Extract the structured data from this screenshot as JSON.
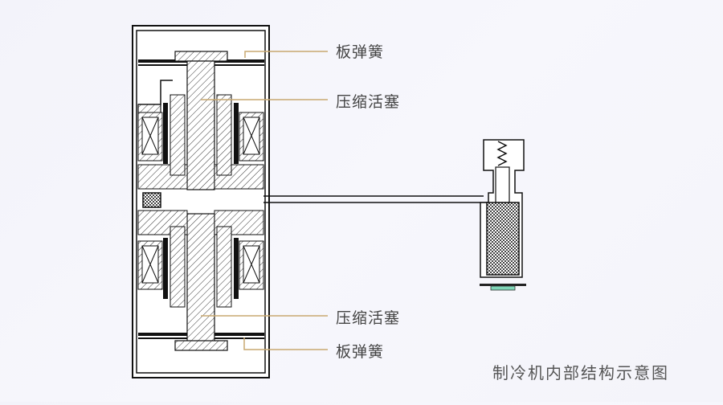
{
  "diagram": {
    "title": "制冷机内部结构示意图",
    "labels": {
      "top_spring": "板弹簧",
      "top_piston": "压缩活塞",
      "bottom_piston": "压缩活塞",
      "bottom_spring": "板弹簧"
    },
    "colors": {
      "leader_line": "#c8a870",
      "outline": "#111111",
      "hatch": "#333333",
      "regenerator_base": "#7fd6b8"
    },
    "components": [
      "compressor-housing",
      "piston",
      "plate-spring",
      "coil",
      "magnet",
      "transfer-tube",
      "expander",
      "spring",
      "regenerator"
    ]
  }
}
